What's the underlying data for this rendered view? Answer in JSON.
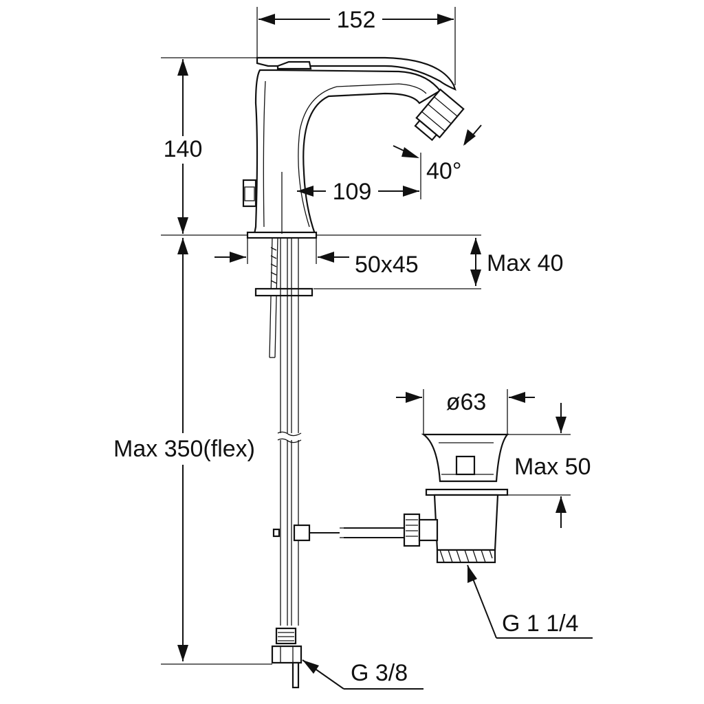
{
  "dimensions": {
    "width_top": "152",
    "height_spout": "140",
    "reach": "109",
    "angle": "40°",
    "base": "50x45",
    "deck_max": "Max 40",
    "hose_max": "Max 350(flex)",
    "waste_diameter": "ø63",
    "waste_max": "Max 50",
    "waste_thread": "G 1 1/4",
    "supply_thread": "G 3/8"
  }
}
